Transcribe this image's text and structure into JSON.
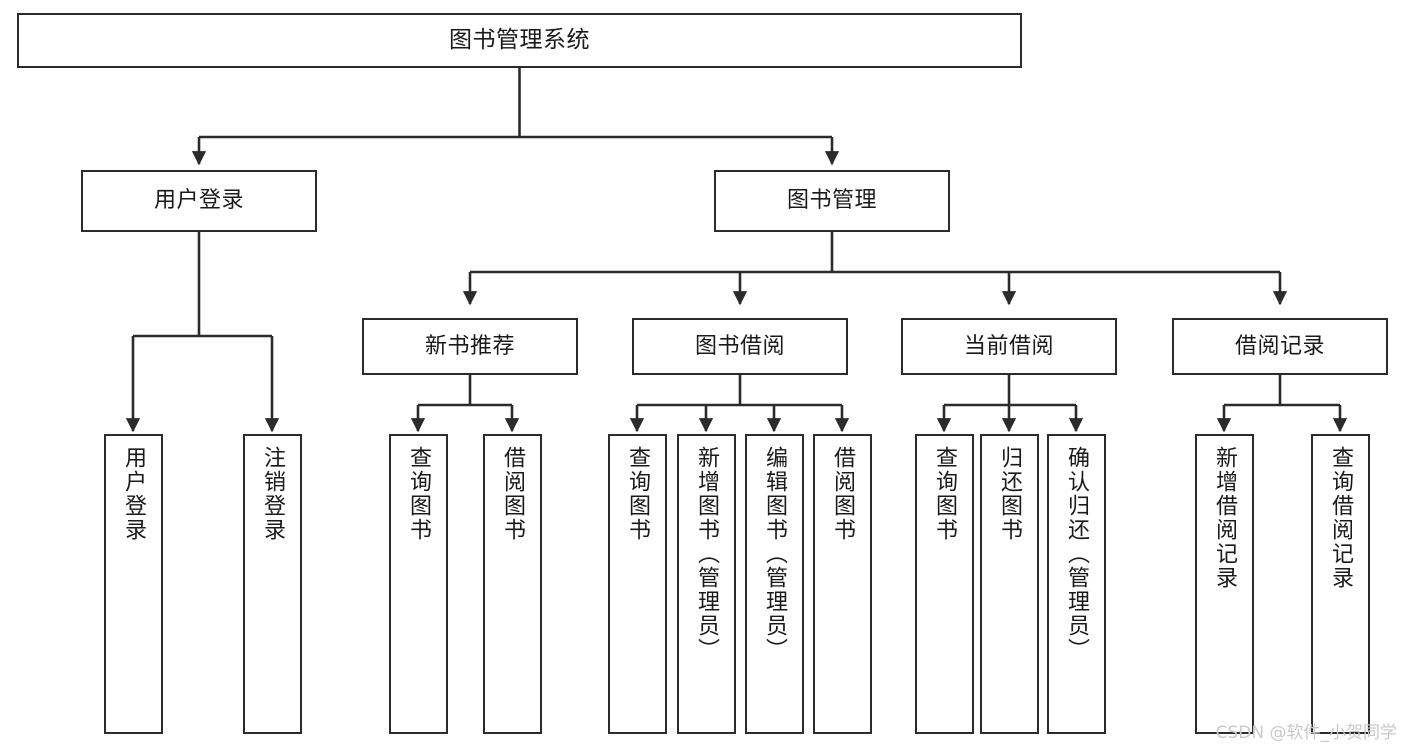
{
  "diagram": {
    "title": "图书管理系统",
    "type": "tree-hierarchy",
    "root": {
      "label": "图书管理系统"
    },
    "level2": [
      {
        "label": "用户登录"
      },
      {
        "label": "图书管理"
      }
    ],
    "level3": [
      {
        "label": "新书推荐"
      },
      {
        "label": "图书借阅"
      },
      {
        "label": "当前借阅"
      },
      {
        "label": "借阅记录"
      }
    ],
    "leaves": {
      "user_login": [
        {
          "label": "用户登录"
        },
        {
          "label": "注销登录"
        }
      ],
      "new_book_recommend": [
        {
          "label": "查询图书"
        },
        {
          "label": "借阅图书"
        }
      ],
      "book_borrow": [
        {
          "label": "查询图书"
        },
        {
          "label": "新增图书（管理员）"
        },
        {
          "label": "编辑图书（管理员）"
        },
        {
          "label": "借阅图书"
        }
      ],
      "current_borrow": [
        {
          "label": "查询图书"
        },
        {
          "label": "归还图书"
        },
        {
          "label": "确认归还（管理员）"
        }
      ],
      "borrow_record": [
        {
          "label": "新增借阅记录"
        },
        {
          "label": "查询借阅记录"
        }
      ]
    }
  },
  "watermark": {
    "text": "CSDN @软件_小贺同学"
  },
  "colors": {
    "stroke": "#2b2b2b",
    "background": "#ffffff",
    "text": "#1a1a1a",
    "watermark": "#c9c9c9"
  }
}
